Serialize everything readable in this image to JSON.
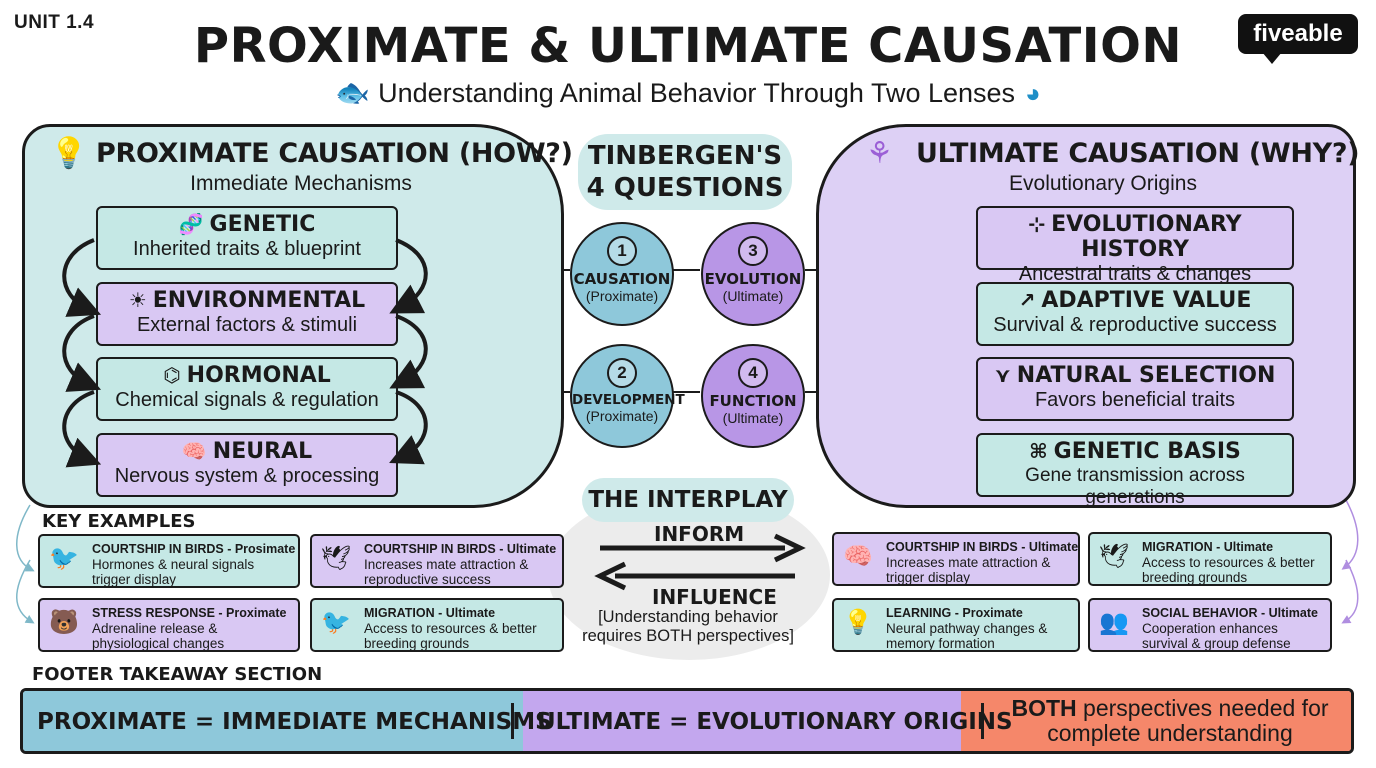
{
  "header": {
    "unit": "UNIT 1.4",
    "title": "PROXIMATE & ULTIMATE CAUSATION",
    "subtitle": "Understanding Animal Behavior Through Two Lenses",
    "logo": "fiveable",
    "left_icon": "fish-icon",
    "right_icon": "head-profile-icon"
  },
  "proximate": {
    "heading": "PROXIMATE CAUSATION (HOW?)",
    "subheading": "Immediate Mechanisms",
    "icon": "lightbulb-icon",
    "cards": [
      {
        "title": "GENETIC",
        "desc": "Inherited traits & blueprint",
        "icon": "dna-icon"
      },
      {
        "title": "ENVIRONMENTAL",
        "desc": "External factors & stimuli",
        "icon": "sun-leaf-icon"
      },
      {
        "title": "HORMONAL",
        "desc": "Chemical signals & regulation",
        "icon": "molecule-icon"
      },
      {
        "title": "NEURAL",
        "desc": "Nervous system & processing",
        "icon": "brain-icon"
      }
    ]
  },
  "ultimate": {
    "heading": "ULTIMATE CAUSATION (WHY?)",
    "subheading": "Evolutionary Origins",
    "icon": "branching-tree-icon",
    "cards": [
      {
        "title": "EVOLUTIONARY HISTORY",
        "desc": "Ancestral traits & changes",
        "icon": "hierarchy-icon"
      },
      {
        "title": "ADAPTIVE VALUE",
        "desc": "Survival & reproductive success",
        "icon": "trend-up-icon"
      },
      {
        "title": "NATURAL SELECTION",
        "desc": "Favors beneficial traits",
        "icon": "selection-icon"
      },
      {
        "title": "GENETIC BASIS",
        "desc": "Gene transmission across generations",
        "icon": "dna-helix-icon"
      }
    ]
  },
  "tinbergen": {
    "title_line1": "TINBERGEN'S",
    "title_line2": "4 QUESTIONS",
    "questions": [
      {
        "num": "1",
        "name": "CAUSATION",
        "type": "(Proximate)"
      },
      {
        "num": "2",
        "name": "DEVELOPMENT",
        "type": "(Proximate)"
      },
      {
        "num": "3",
        "name": "EVOLUTION",
        "type": "(Ultimate)"
      },
      {
        "num": "4",
        "name": "FUNCTION",
        "type": "(Ultimate)"
      }
    ]
  },
  "interplay": {
    "title": "THE INTERPLAY",
    "inform": "INFORM",
    "influence": "INFLUENCE",
    "note": "[Understanding behavior requires BOTH perspectives]"
  },
  "examples": {
    "heading": "KEY EXAMPLES",
    "left": [
      {
        "title": "COURTSHIP IN BIRDS - Prosimate",
        "desc": "Hormones & neural signals trigger display",
        "icon": "bird-head-icon"
      },
      {
        "title": "COURTSHIP IN BIRDS - Ultimate",
        "desc": "Increases mate attraction & reproductive success",
        "icon": "bird-heart-icon"
      },
      {
        "title": "STRESS RESPONSE - Proximate",
        "desc": "Adrenaline release & physiological changes",
        "icon": "stressed-animal-icon"
      },
      {
        "title": "MIGRATION - Ultimate",
        "desc": "Access to resources & better breeding grounds",
        "icon": "flying-bird-icon"
      }
    ],
    "right": [
      {
        "title": "COURTSHIP IN BIRDS - Ultimate",
        "desc": "Increases mate attraction & trigger display",
        "icon": "brain-icon"
      },
      {
        "title": "MIGRATION - Ultimate",
        "desc": "Access to resources & better breeding grounds",
        "icon": "birds-flying-icon"
      },
      {
        "title": "LEARNING - Proximate",
        "desc": "Neural pathway changes & memory formation",
        "icon": "lightbulb-brain-icon"
      },
      {
        "title": "SOCIAL BEHAVIOR - Ultimate",
        "desc": "Cooperation enhances survival & group defense",
        "icon": "group-icon"
      }
    ]
  },
  "footer": {
    "heading": "FOOTER TAKEAWAY SECTION",
    "seg1": "PROXIMATE = IMMEDIATE MECHANISMS",
    "seg2": "ULTIMATE = EVOLUTIONARY ORIGINS",
    "seg3_bold": "BOTH",
    "seg3_rest_line1": "perspectives needed for",
    "seg3_line2": "complete understanding"
  },
  "colors": {
    "teal_panel": "#cfeaea",
    "lavender_panel": "#ddd0f5",
    "blue_circle": "#8ec8da",
    "purple_circle": "#b896e6",
    "footer_blue": "#8ec8da",
    "footer_purple": "#c3a7ee",
    "footer_orange": "#f5876a"
  }
}
